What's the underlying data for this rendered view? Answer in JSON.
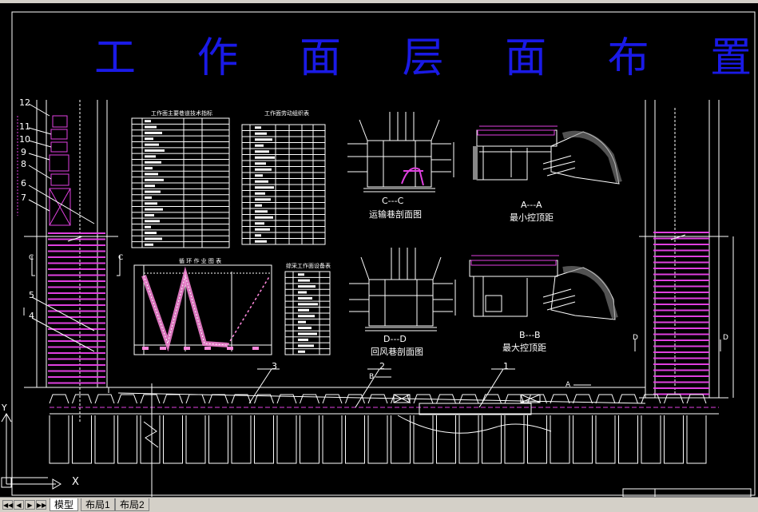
{
  "drawing": {
    "title": "工 作 面 层 面 布 置 图",
    "table1_title": "工作面主要巷道技术指标",
    "table2_title": "工作面劳动组织表",
    "chart_title": "循 环 作 业 图 表",
    "table3_title": "综采工作面设备表",
    "section_cc_code": "C---C",
    "section_cc_name": "运输巷剖面图",
    "section_dd_code": "D---D",
    "section_dd_name": "回风巷剖面图",
    "section_aa_code": "A---A",
    "section_aa_name": "最小控顶距",
    "section_bb_code": "B---B",
    "section_bb_name": "最大控顶距",
    "callouts": [
      "12",
      "11",
      "10",
      "9",
      "8",
      "6",
      "7",
      "5",
      "4",
      "3",
      "2",
      "1"
    ],
    "marker_c": "C",
    "marker_d": "D",
    "marker_a": "A",
    "marker_b": "B"
  },
  "ucs": {
    "x": "X",
    "y": "Y"
  },
  "tabs": [
    "模型",
    "布局1",
    "布局2"
  ],
  "nav": [
    "◀◀",
    "◀",
    "▶",
    "▶▶"
  ],
  "colors": {
    "background": "#000000",
    "title": "#1a1ae6",
    "lines": "#ffffff",
    "magenta": "#e040e0",
    "pink": "#ff88dd"
  }
}
